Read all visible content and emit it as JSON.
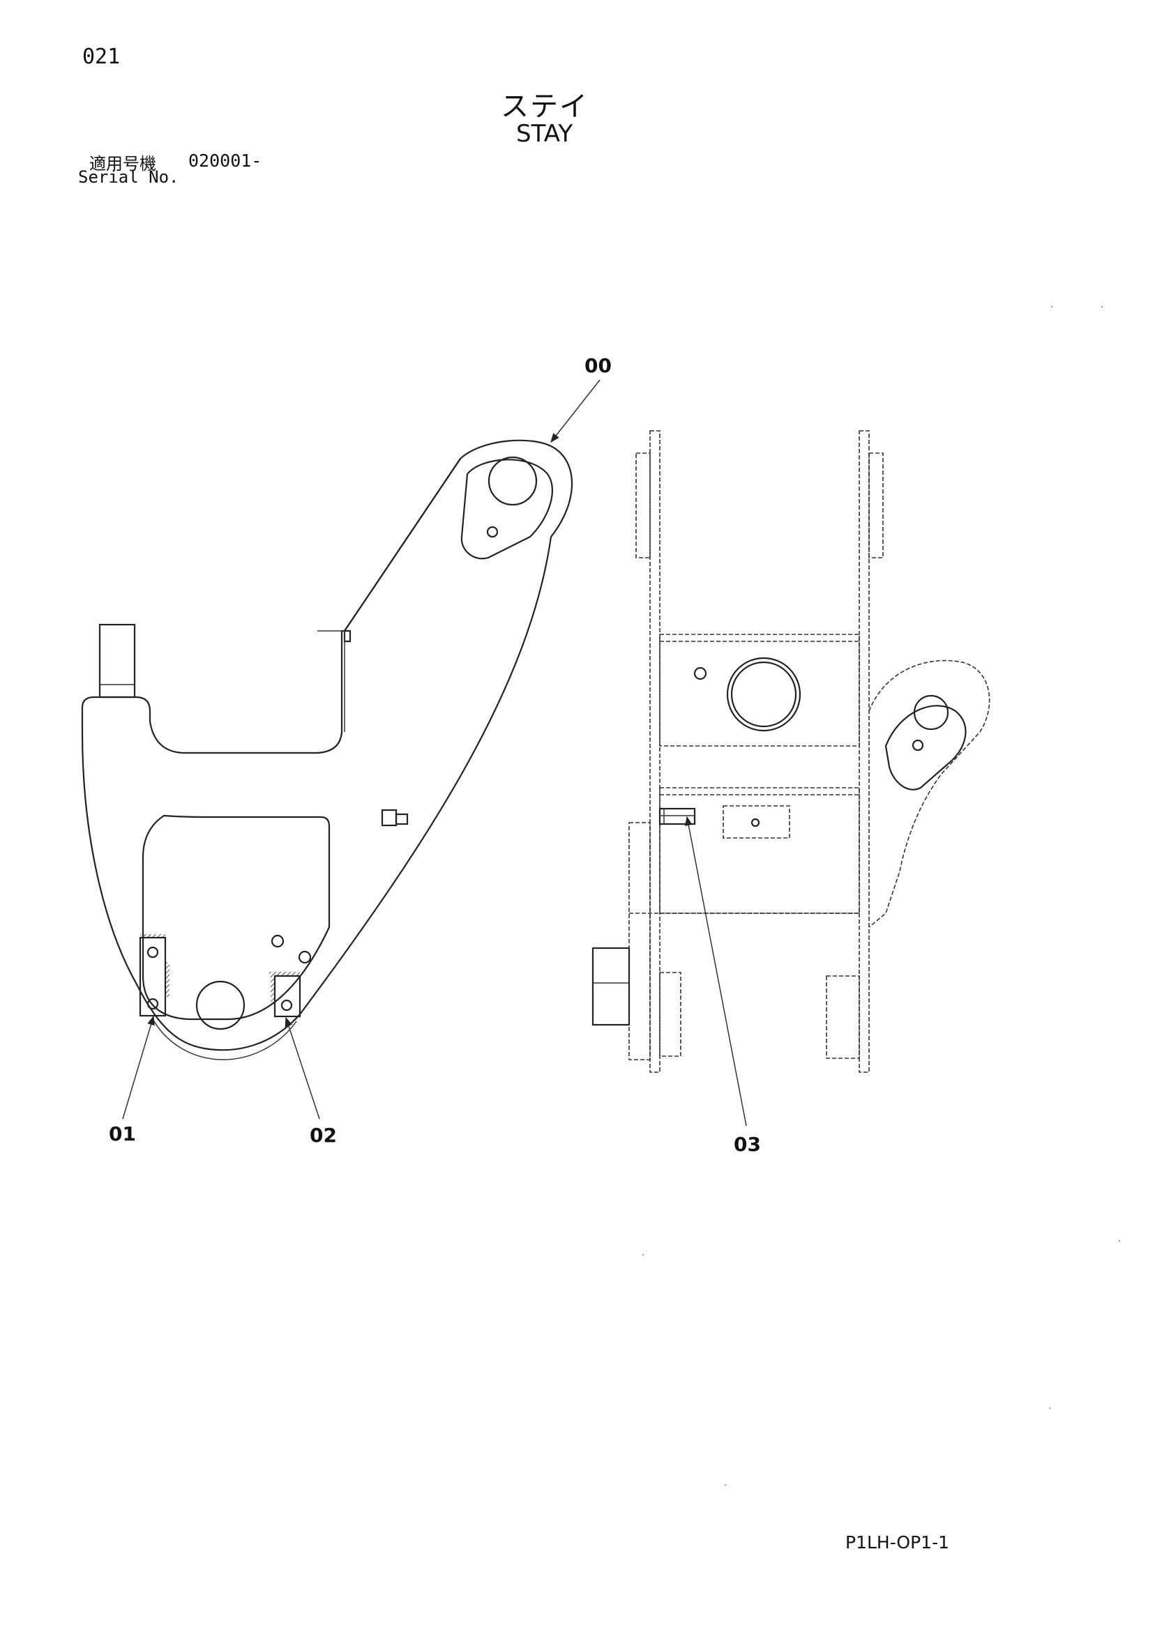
{
  "page_number": "021",
  "title_ja": "ステイ",
  "title_en": "STAY",
  "serial": {
    "label_ja": "適用号機",
    "value": "020001-",
    "label_en": "Serial No."
  },
  "callouts": [
    "00",
    "01",
    "02",
    "03"
  ],
  "doc_code": "P1LH-OP1-1"
}
